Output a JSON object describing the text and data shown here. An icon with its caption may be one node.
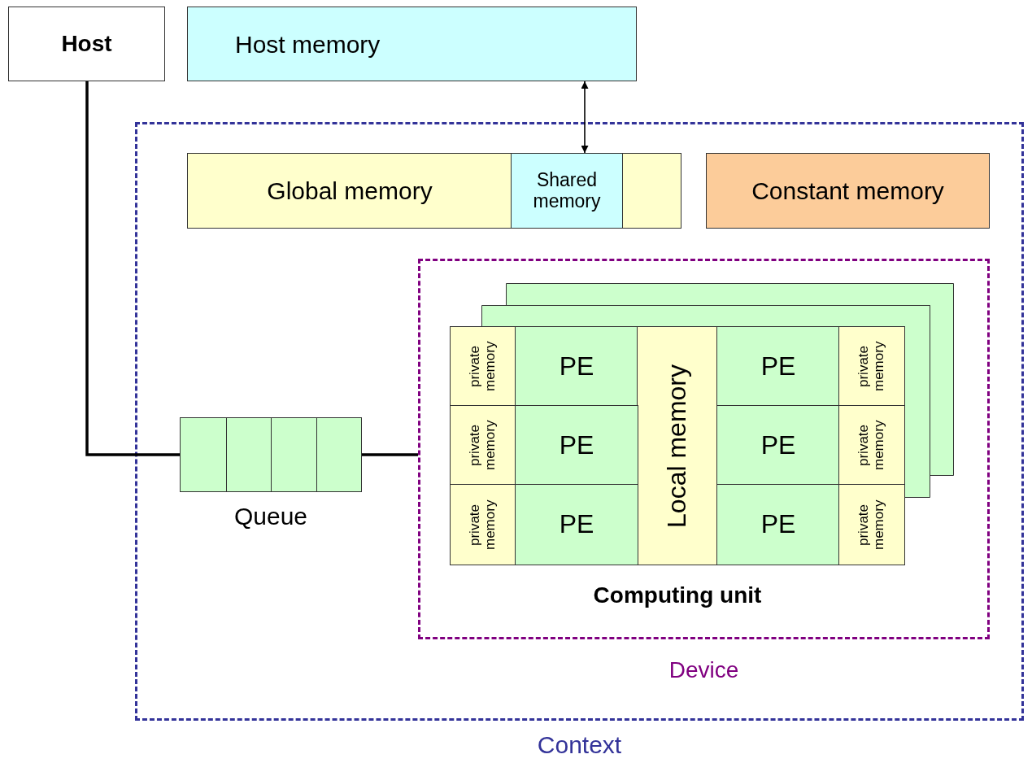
{
  "diagram": {
    "nodes": [
      {
        "text": [
          "Host"
        ]
      },
      {
        "text": [
          "Host memory"
        ]
      },
      {
        "text": [
          "Context"
        ]
      },
      {
        "text": [
          "Global memory"
        ],
        "in": 2
      },
      {
        "text": [
          "Shared memory"
        ],
        "in": 3
      },
      {
        "text": [
          "Constant memory"
        ],
        "in": 2
      },
      {
        "text": [
          "Queue"
        ],
        "in": 2
      },
      {
        "text": [
          "Device"
        ],
        "in": 2
      },
      {
        "text": [
          "Computing unit"
        ],
        "in": 7
      },
      {
        "text": [
          "private memory"
        ],
        "in": 8
      },
      {
        "text": [
          "PE"
        ],
        "in": 8
      },
      {
        "text": [
          "Local memory"
        ],
        "in": 8
      },
      {
        "text": [
          "PE"
        ],
        "in": 8
      },
      {
        "text": [
          "private memory"
        ],
        "in": 8
      },
      {
        "text": [
          "private memory"
        ],
        "in": 8
      },
      {
        "text": [
          "PE"
        ],
        "in": 8
      },
      {
        "text": [
          "PE"
        ],
        "in": 8
      },
      {
        "text": [
          "private memory"
        ],
        "in": 8
      },
      {
        "text": [
          "private memory"
        ],
        "in": 8
      },
      {
        "text": [
          "PE"
        ],
        "in": 8
      },
      {
        "text": [
          "PE"
        ],
        "in": 8
      },
      {
        "text": [
          "private memory"
        ],
        "in": 8
      }
    ],
    "edges": [
      {
        "from": 0,
        "to": 6,
        "arrow": "none"
      },
      {
        "from": 6,
        "to": 7,
        "arrow": "none"
      },
      {
        "from": 1,
        "to": 4,
        "arrow": "both"
      }
    ]
  }
}
